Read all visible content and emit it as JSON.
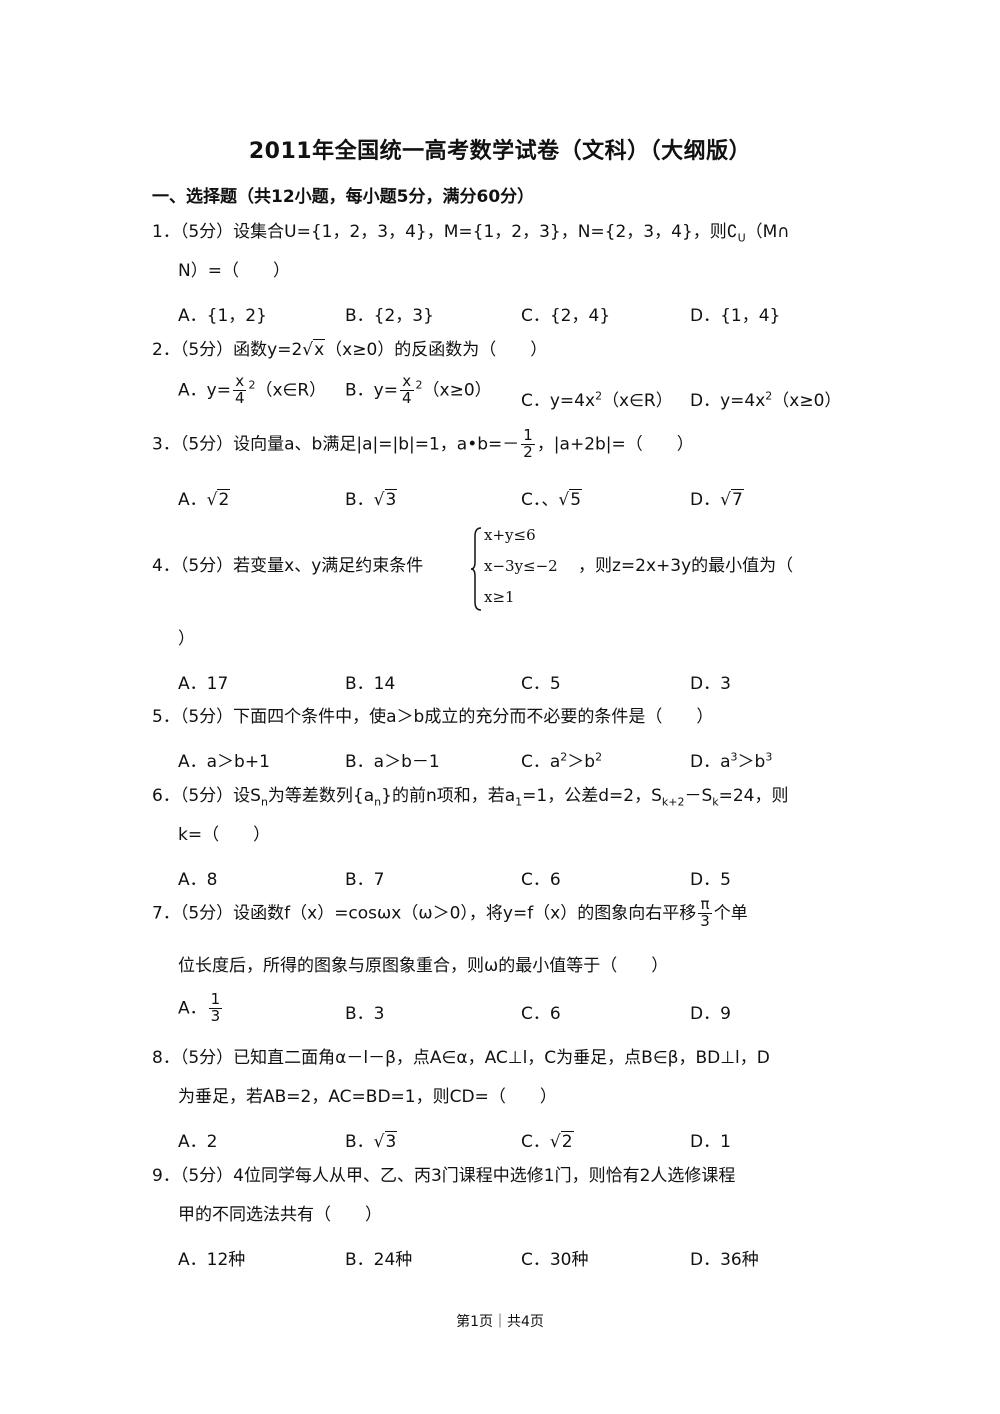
{
  "title": "2011年全国统一高考数学试卷（文科）（大纲版）",
  "section": "一、选择题（共12小题，每小题5分，满分60分）",
  "q1": {
    "num": "1．",
    "line1": "（5分）设集合U={1，2，3，4}，M={1，2，3}，N={2，3，4}，则∁",
    "sub": "U",
    "line1_end": "（M∩",
    "line2": "N）=（　　）",
    "opts": [
      "A．{1，2}",
      "B．{2，3}",
      "C．{2，4}",
      "D．{1，4}"
    ]
  },
  "q2": {
    "num": "2．",
    "pre": "（5分）函数y=2",
    "rad": "x",
    "post": "（x≥0）的反函数为（　　）",
    "optA_pre": "A．y=",
    "optA_num": "x",
    "optA_sup": "2",
    "optA_den": "4",
    "optA_post": "（x∈R）",
    "optB_pre": "B．y=",
    "optB_num": "x",
    "optB_sup": "2",
    "optB_den": "4",
    "optB_post": "（x≥0）",
    "optC": "C．y=4x",
    "optC_sup": "2",
    "optC_post": "（x∈R）",
    "optD": "D．y=4x",
    "optD_sup": "2",
    "optD_post": "（x≥0）"
  },
  "q3": {
    "num": "3．",
    "pre": "（5分）设向量a、b满足|a|=|b|=1，a•b=－",
    "frac_num": "1",
    "frac_den": "2",
    "post": "，|a+2b|=（　　）",
    "optA": "A．",
    "optA_rad": "2",
    "optB": "B．",
    "optB_rad": "3",
    "optC": "C．、",
    "optC_rad": "5",
    "optD": "D．",
    "optD_rad": "7"
  },
  "q4": {
    "num": "4．",
    "pre": "（5分）若变量x、y满足约束条件",
    "sys": [
      "x+y≤6",
      "x−3y≤−2",
      "x≥1"
    ],
    "post": "，则z=2x+3y的最小值为（",
    "line2": "）",
    "opts": [
      "A．17",
      "B．14",
      "C．5",
      "D．3"
    ]
  },
  "q5": {
    "num": "5．",
    "text": "（5分）下面四个条件中，使a＞b成立的充分而不必要的条件是（　　）",
    "optA": "A．a＞b+1",
    "optB": "B．a＞b－1",
    "optC_pre": "C．a",
    "optC_sup1": "2",
    "optC_mid": "＞b",
    "optC_sup2": "2",
    "optD_pre": "D．a",
    "optD_sup1": "3",
    "optD_mid": "＞b",
    "optD_sup2": "3"
  },
  "q6": {
    "num": "6．",
    "line1": "（5分）设S",
    "s1": "n",
    "t1": "为等差数列{a",
    "s2": "n",
    "t2": "}的前n项和，若a",
    "s3": "1",
    "t3": "=1，公差d=2，S",
    "s4": "k+2",
    "t4": "－S",
    "s5": "k",
    "t5": "=24，则",
    "line2": "k=（　　）",
    "opts": [
      "A．8",
      "B．7",
      "C．6",
      "D．5"
    ]
  },
  "q7": {
    "num": "7．",
    "pre": "（5分）设函数f（x）=cosωx（ω＞0），将y=f（x）的图象向右平移",
    "frac_num": "π",
    "frac_den": "3",
    "post": "个单",
    "line2": "位长度后，所得的图象与原图象重合，则ω的最小值等于（　　）",
    "optA": "A．",
    "optA_num": "1",
    "optA_den": "3",
    "optB": "B．3",
    "optC": "C．6",
    "optD": "D．9"
  },
  "q8": {
    "num": "8．",
    "line1": "（5分）已知直二面角α－l－β，点A∈α，AC⊥l，C为垂足，点B∈β，BD⊥l，D",
    "line2": "为垂足，若AB=2，AC=BD=1，则CD=（　　）",
    "optA": "A．2",
    "optB": "B．",
    "optB_rad": "3",
    "optC": "C．",
    "optC_rad": "2",
    "optD": "D．1"
  },
  "q9": {
    "num": "9．",
    "line1": "（5分）4位同学每人从甲、乙、丙3门课程中选修1门，则恰有2人选修课程",
    "line2": "甲的不同选法共有（　　）",
    "opts": [
      "A．12种",
      "B．24种",
      "C．30种",
      "D．36种"
    ]
  },
  "footer": "第1页｜共4页"
}
